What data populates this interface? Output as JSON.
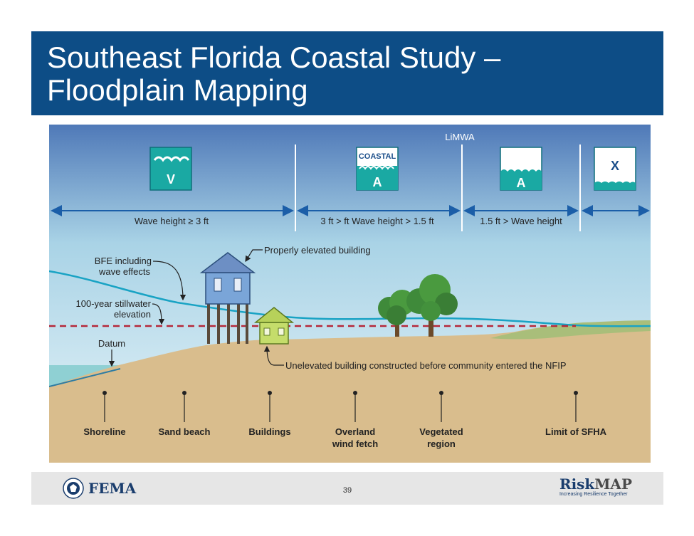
{
  "slide": {
    "title_line1": "Southeast Florida Coastal Study –",
    "title_line2": "Floodplain Mapping",
    "page_number": "39"
  },
  "zones": {
    "limwa": "LiMWA",
    "v_label": "V",
    "coastal_label": "COASTAL",
    "coastal_a_label": "A",
    "a_label": "A",
    "x_label": "X"
  },
  "wave_ranges": {
    "r1": "Wave height ≥ 3 ft",
    "r2": "3 ft > ft Wave height > 1.5 ft",
    "r3": "1.5 ft > Wave height"
  },
  "callouts": {
    "bfe_line1": "BFE including",
    "bfe_line2": "wave effects",
    "stillwater_line1": "100-year stillwater",
    "stillwater_line2": "elevation",
    "datum": "Datum",
    "elevated": "Properly elevated building",
    "unelevated": "Unelevated building constructed before community entered the NFIP"
  },
  "bottom_labels": {
    "shoreline": "Shoreline",
    "sand_beach": "Sand beach",
    "buildings": "Buildings",
    "overland_1": "Overland",
    "overland_2": "wind fetch",
    "vegetated_1": "Vegetated",
    "vegetated_2": "region",
    "limit": "Limit of SFHA"
  },
  "footer": {
    "fema": "FEMA",
    "riskmap_risk": "Risk",
    "riskmap_map": "MAP",
    "riskmap_tagline": "Increasing Resilience Together"
  },
  "colors": {
    "title_bg": "#0d4d86",
    "sky_top": "#4f79b8",
    "sky_bottom": "#dff0f6",
    "sand": "#d9bd8d",
    "zone_icon": "#1aa9a3",
    "bfe_line": "#19a3c4",
    "stillwater_line": "#b5283a",
    "arrow": "#1b5ea8"
  }
}
